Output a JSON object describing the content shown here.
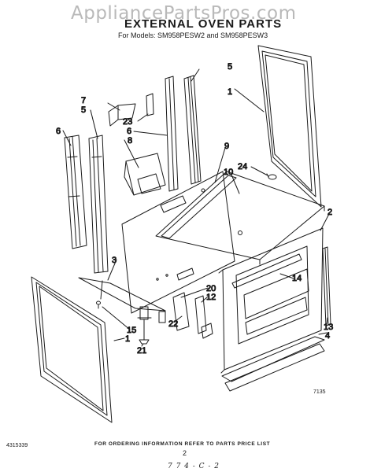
{
  "watermark": "AppliancePartsPros.com",
  "header": {
    "title": "EXTERNAL OVEN PARTS",
    "models": "For Models: SM958PESW2 and SM958PESW3"
  },
  "callouts": {
    "c7": "7",
    "c5a": "5",
    "c5b": "5",
    "c6a": "6",
    "c6b": "6",
    "c1a": "1",
    "c1b": "1",
    "c23": "23",
    "c8": "8",
    "c9": "9",
    "c10": "10",
    "c24": "24",
    "c2": "2",
    "c3": "3",
    "c14": "14",
    "c20": "20",
    "c12": "12",
    "c22": "22",
    "c15": "15",
    "c21": "21",
    "c13": "13",
    "c4": "4"
  },
  "figure_code": "7135",
  "doc_number": "4315339",
  "footer_note": "FOR ORDERING INFORMATION REFER TO PARTS PRICE LIST",
  "page_number": "2",
  "handwritten_code": "7 7 4 - C - 2"
}
